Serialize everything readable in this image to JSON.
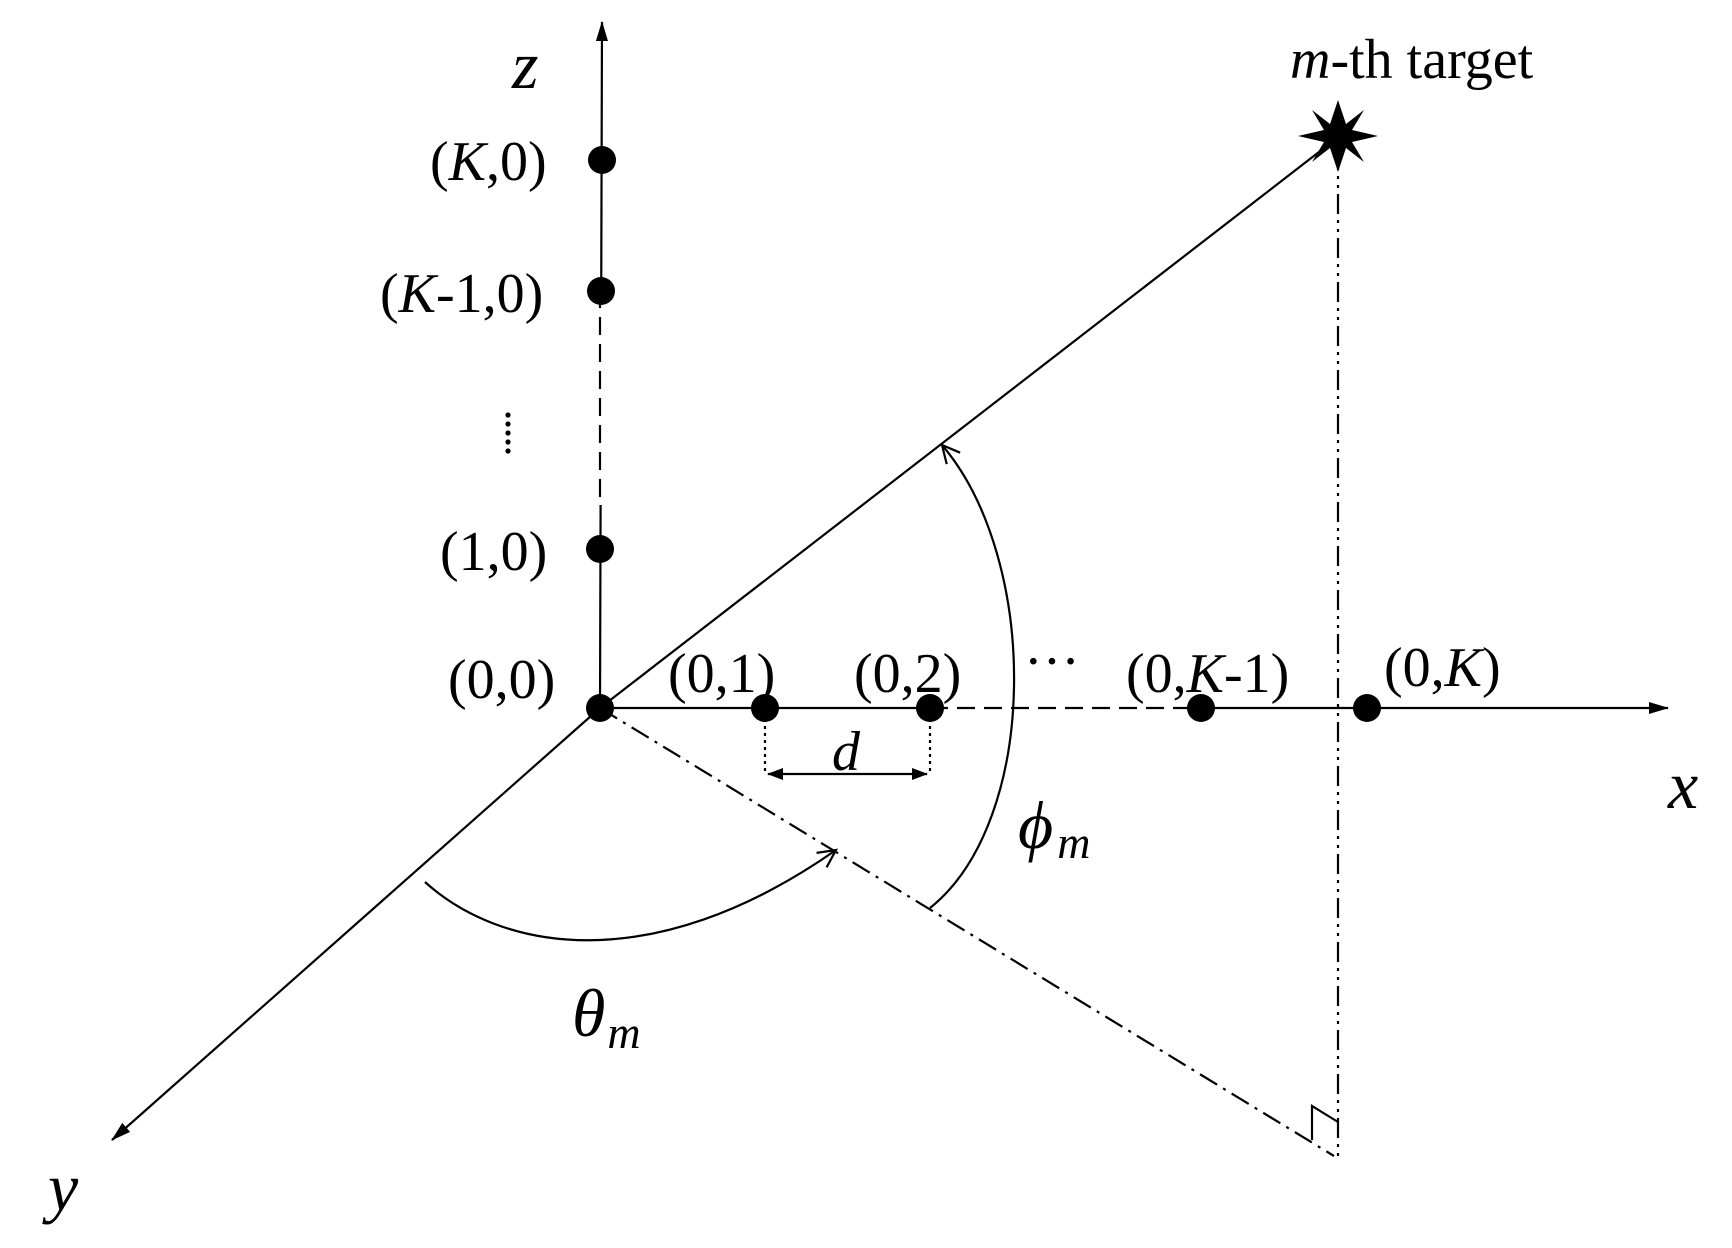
{
  "axes": {
    "x": "x",
    "y": "y",
    "z": "z"
  },
  "target": {
    "m": "m",
    "rest": "-th target"
  },
  "z_nodes": [
    {
      "open": "(",
      "K": "K",
      "tail": ",0)"
    },
    {
      "open": "(",
      "K": "K",
      "tail": "-1,0)"
    },
    {
      "text": "(1,0)"
    },
    {
      "text": "(0,0)"
    }
  ],
  "x_nodes": [
    {
      "text": "(0,1)"
    },
    {
      "text": "(0,2)"
    },
    {
      "open": "(0,",
      "K": "K",
      "tail": "-1)"
    },
    {
      "open": "(0,",
      "K": "K",
      "tail": ")"
    }
  ],
  "ellipsis_h": "···",
  "spacing": "d",
  "angles": {
    "theta": {
      "sym": "θ",
      "sub": "m"
    },
    "phi": {
      "sym": "ϕ",
      "sub": "m"
    }
  }
}
